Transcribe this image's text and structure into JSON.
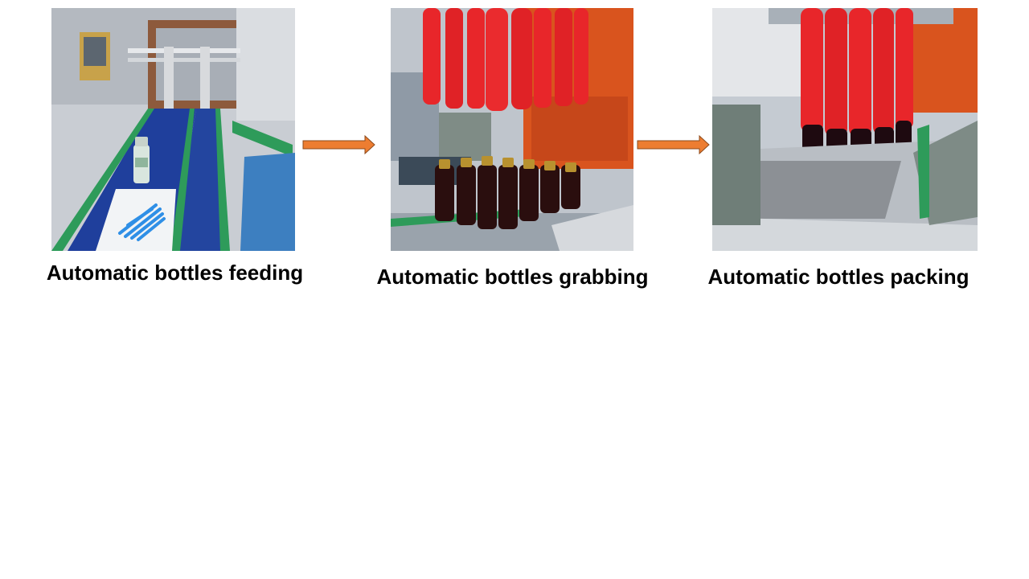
{
  "steps": [
    {
      "caption": "Automatic bottles feeding",
      "photo": "conveyor-feeding-photo"
    },
    {
      "caption": "Automatic bottles grabbing",
      "photo": "gripper-grabbing-photo"
    },
    {
      "caption": "Automatic bottles packing",
      "photo": "carton-packing-photo"
    }
  ],
  "colors": {
    "arrow_fill": "#ED7D31",
    "arrow_stroke": "#8C4A1C",
    "gripper_red": "#E8262A",
    "conveyor_blue": "#1F3F9C",
    "rail_green": "#2E9B5A",
    "bottle_dark": "#2A0E0E",
    "cap_gold": "#B8912F"
  }
}
